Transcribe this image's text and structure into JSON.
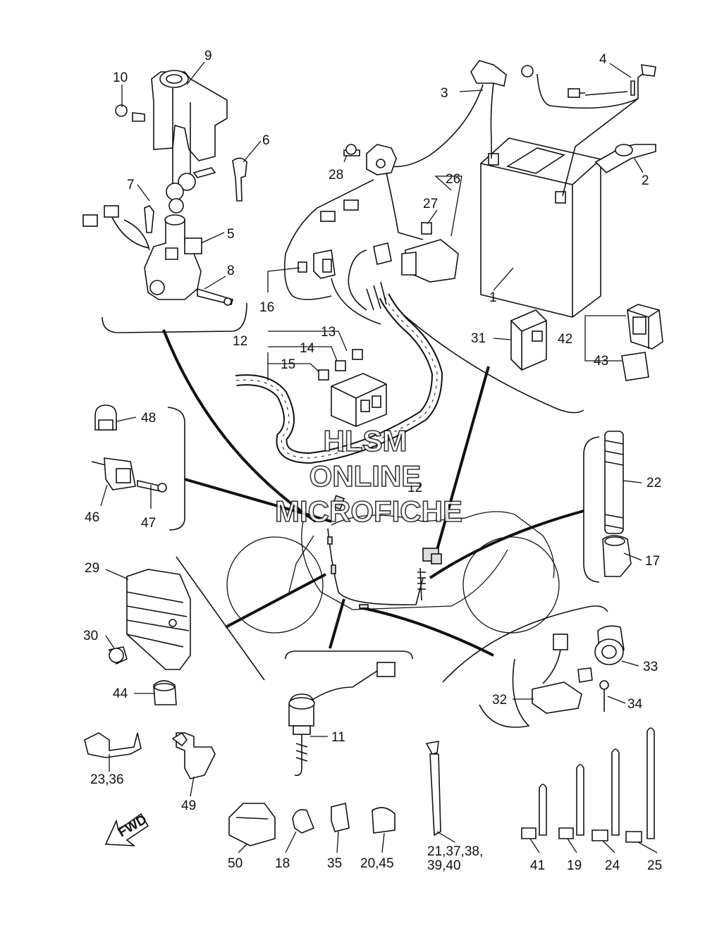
{
  "watermark": {
    "line1": "HLSM",
    "line2": "ONLINE",
    "line3": "MICROFICHE"
  },
  "fwd_label": "FWD",
  "callouts": {
    "c1": "1",
    "c2": "2",
    "c3": "3",
    "c4": "4",
    "c5": "5",
    "c6": "6",
    "c7": "7",
    "c8": "8",
    "c9": "9",
    "c10": "10",
    "c11": "11",
    "c12a": "12",
    "c12b": "12",
    "c13": "13",
    "c14": "14",
    "c15": "15",
    "c16": "16",
    "c17": "17",
    "c18": "18",
    "c19": "19",
    "c20_45": "20,45",
    "c21_line1": "21,37,38,",
    "c21_line2": "39,40",
    "c22": "22",
    "c23_36": "23,36",
    "c24": "24",
    "c25": "25",
    "c26": "26",
    "c27": "27",
    "c28": "28",
    "c29": "29",
    "c30": "30",
    "c31": "31",
    "c32": "32",
    "c33": "33",
    "c34": "34",
    "c35": "35",
    "c41": "41",
    "c42": "42",
    "c43": "43",
    "c44": "44",
    "c46": "46",
    "c47": "47",
    "c48": "48",
    "c49": "49",
    "c50": "50"
  }
}
